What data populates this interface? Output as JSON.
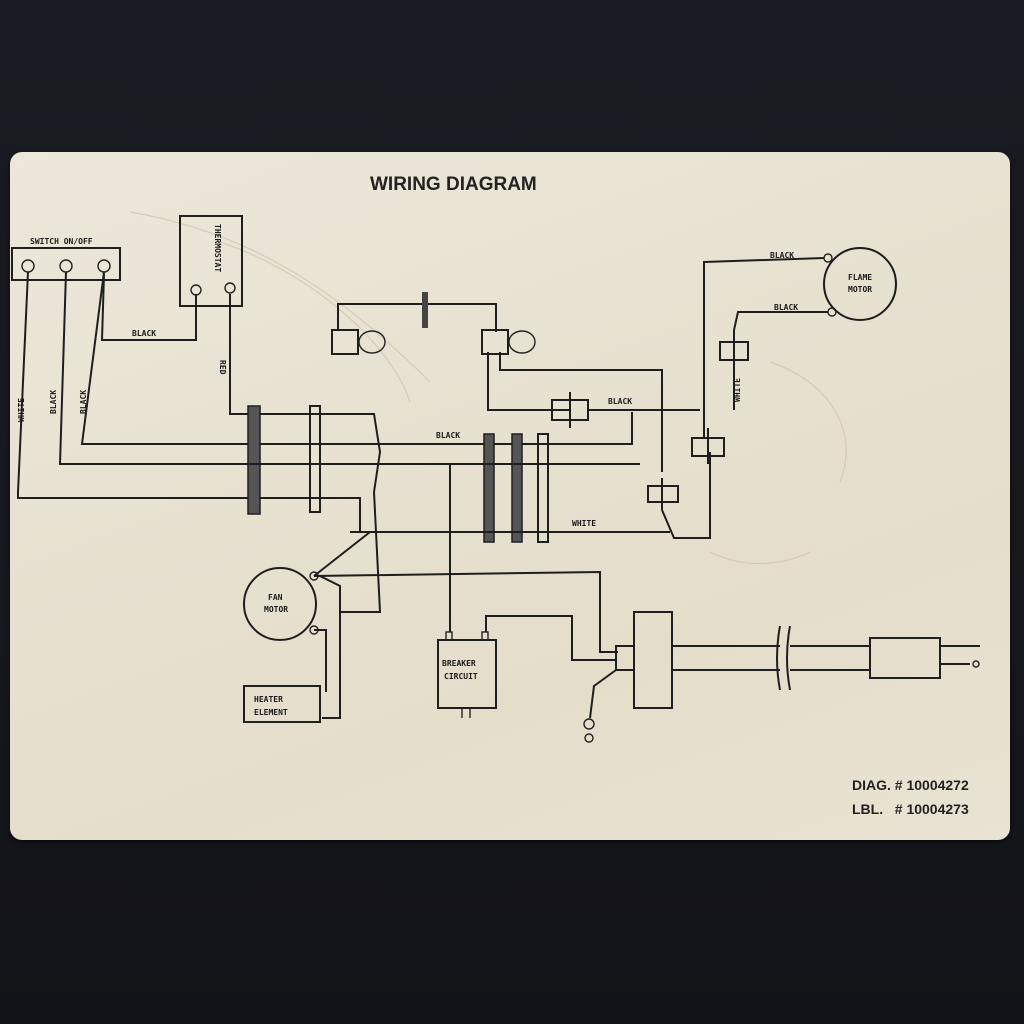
{
  "title": "WIRING DIAGRAM",
  "components": {
    "switch": "SWITCH ON/OFF",
    "thermostat": "THERMOSTAT",
    "flame_motor_line1": "FLAME",
    "flame_motor_line2": "MOTOR",
    "fan_motor_line1": "FAN",
    "fan_motor_line2": "MOTOR",
    "heater_line1": "HEATER",
    "heater_line2": "ELEMENT",
    "breaker_line1": "BREAKER",
    "breaker_line2": "CIRCUIT"
  },
  "wire_labels": {
    "white_left": "WHITE",
    "black_left_1": "BLACK",
    "black_left_2": "BLACK",
    "black_switch": "BLACK",
    "red": "RED",
    "black_middle": "BLACK",
    "black_right": "BLACK",
    "white_bottom": "WHITE",
    "black_flame_top": "BLACK",
    "black_flame_bottom": "BLACK",
    "white_flame": "WHITE"
  },
  "codes": {
    "diag": "DIAG. # 10004272",
    "lbl": "LBL.   # 10004273"
  },
  "colors": {
    "card": "#e9e3d3",
    "ink": "#1e1e1e",
    "background": "#15161c"
  }
}
